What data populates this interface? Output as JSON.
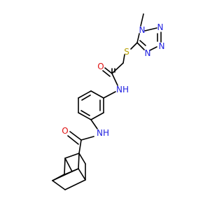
{
  "colors": {
    "bond": "#000000",
    "carbon": "#000000",
    "nitrogen": "#2020e0",
    "oxygen": "#e01010",
    "sulfur": "#b8a000"
  },
  "atoms": {
    "n_methyl": {
      "label": "N",
      "element": "nitrogen"
    },
    "n_ring_top": {
      "label": "N",
      "element": "nitrogen"
    },
    "n_ring_right": {
      "label": "N",
      "element": "nitrogen"
    },
    "n_ring_bottom": {
      "label": "N",
      "element": "nitrogen"
    },
    "sulfur": {
      "label": "S",
      "element": "sulfur"
    },
    "oxygen_top": {
      "label": "O",
      "element": "oxygen"
    },
    "nh_top": {
      "label": "NH",
      "element": "nitrogen"
    },
    "nh_bottom": {
      "label": "NH",
      "element": "nitrogen"
    },
    "oxygen_bottom": {
      "label": "O",
      "element": "oxygen"
    }
  }
}
